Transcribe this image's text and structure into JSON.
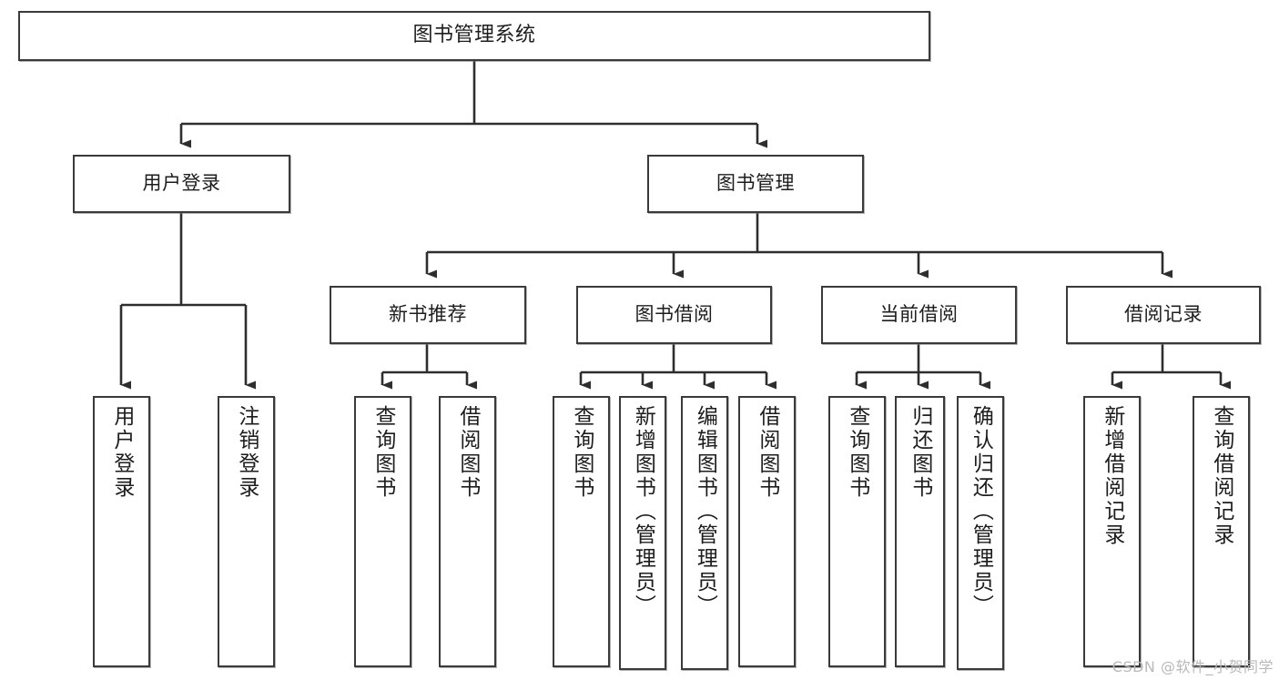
{
  "diagram": {
    "type": "tree",
    "title": "图书管理系统",
    "watermark": "CSDN @软件_小贺同学",
    "colors": {
      "box_border": "#3a3a3a",
      "box_fill": "#ffffff",
      "connector": "#2e2e2e",
      "text": "#1d1d1d",
      "watermark": "#b9b9b9",
      "background": "#ffffff"
    }
  },
  "nodes": {
    "root": {
      "label": "图书管理系统"
    },
    "level2": [
      {
        "label": "用户登录"
      },
      {
        "label": "图书管理"
      }
    ],
    "level3": [
      {
        "label": "新书推荐"
      },
      {
        "label": "图书借阅"
      },
      {
        "label": "当前借阅"
      },
      {
        "label": "借阅记录"
      }
    ],
    "leaves": {
      "user_login": [
        {
          "label": "用户登录"
        },
        {
          "label": "注销登录"
        }
      ],
      "new_book": [
        {
          "label": "查询图书"
        },
        {
          "label": "借阅图书"
        }
      ],
      "book_borrow": [
        {
          "label": "查询图书"
        },
        {
          "label": "新增图书（管理员）"
        },
        {
          "label": "编辑图书（管理员）"
        },
        {
          "label": "借阅图书"
        }
      ],
      "current_borrow": [
        {
          "label": "查询图书"
        },
        {
          "label": "归还图书"
        },
        {
          "label": "确认归还（管理员）"
        }
      ],
      "borrow_record": [
        {
          "label": "新增借阅记录"
        },
        {
          "label": "查询借阅记录"
        }
      ]
    }
  }
}
